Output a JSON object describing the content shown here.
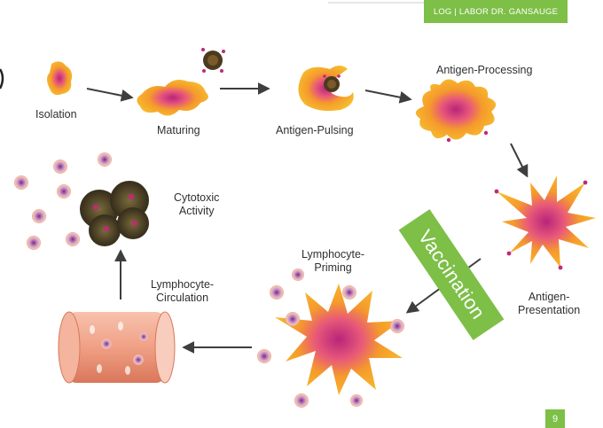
{
  "header": {
    "tag": "LOG | LABOR DR. GANSAUGE"
  },
  "steps": {
    "isolation": "Isolation",
    "maturing": "Maturing",
    "antigen_pulsing": "Antigen-Pulsing",
    "antigen_processing": "Antigen-Processing",
    "antigen_presentation": [
      "Antigen-",
      "Presentation"
    ],
    "lymphocyte_priming": [
      "Lymphocyte-",
      "Priming"
    ],
    "lymphocyte_circulation": [
      "Lymphocyte-",
      "Circulation"
    ],
    "cytotoxic_activity": [
      "Cytotoxic",
      "Activity"
    ]
  },
  "banner": {
    "label": "Vaccination"
  },
  "page": {
    "number": "9"
  },
  "colors": {
    "accent_green": "#7dbf47",
    "cell_yellow": "#f7b82a",
    "cell_orange": "#f08a1c",
    "nucleus_magenta": "#b8247a",
    "vessel_salmon": "#f1a488",
    "arrow_gray": "#3e3e3e",
    "tumor_dark": "#4a3a22"
  }
}
